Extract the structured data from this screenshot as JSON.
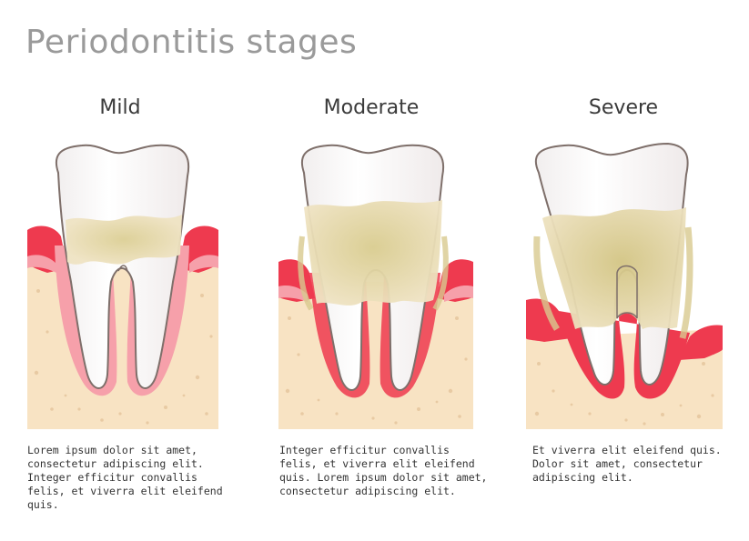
{
  "title": "Periodontitis stages",
  "colors": {
    "bone": "#f8e3c3",
    "bone_speck": "#e9c9a2",
    "gum": "#ee3a4f",
    "gum_light": "#f6a0aa",
    "enamel": "#fbfafa",
    "tooth_outline": "#7e6f6a",
    "plaque": "#eadbb2",
    "plaque_core": "#dfd09a",
    "title": "#9a9a9a"
  },
  "stages": [
    {
      "heading": "Mild",
      "description": "Lorem ipsum dolor sit amet, consectetur adipiscing elit. Integer efficitur convallis felis, et viverra elit eleifend quis."
    },
    {
      "heading": "Moderate",
      "description": "Integer efficitur convallis felis, et viverra elit eleifend quis. Lorem ipsum dolor sit amet, consectetur adipiscing elit."
    },
    {
      "heading": "Severe",
      "description": "Et viverra elit eleifend quis. Dolor sit amet, consectetur adipiscing elit."
    }
  ]
}
